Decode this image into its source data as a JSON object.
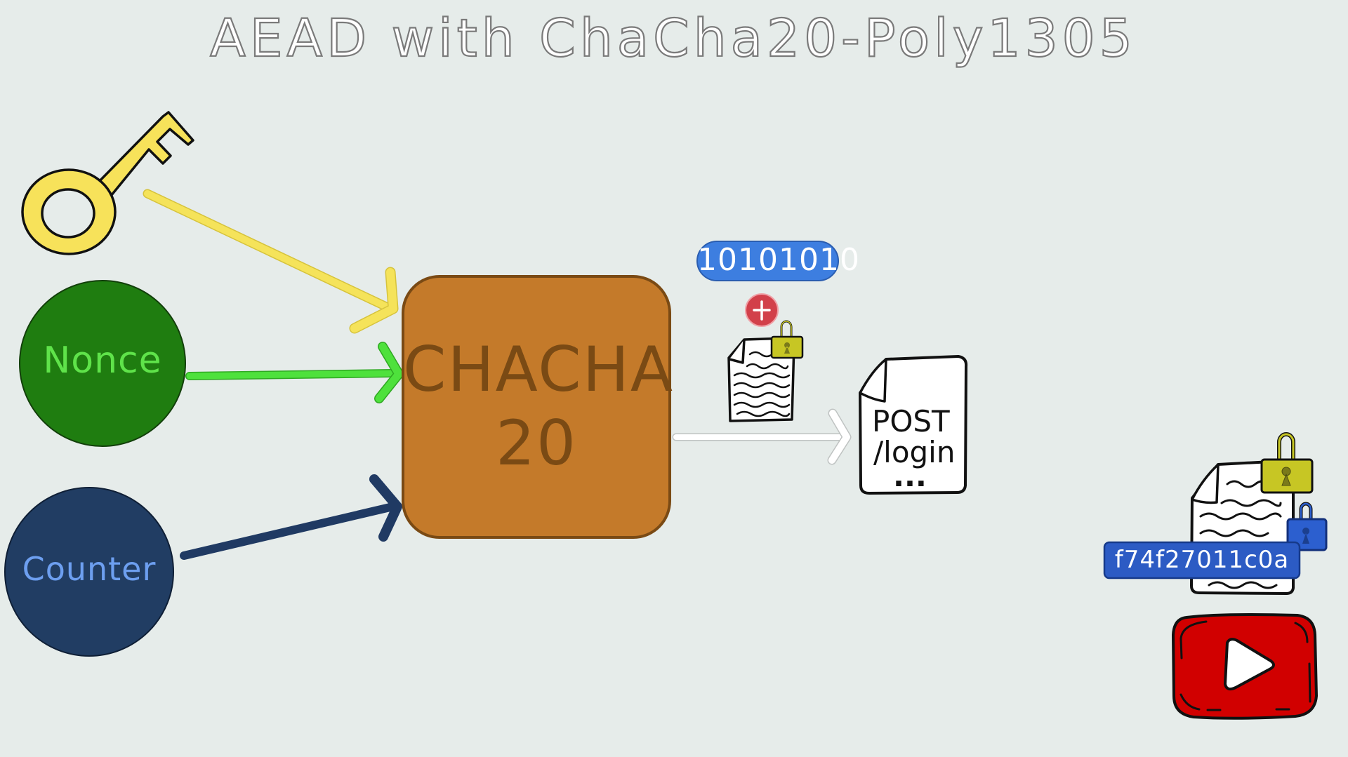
{
  "title": "AEAD with ChaCha20-Poly1305",
  "colors": {
    "background": "#e6ecea",
    "key_fill": "#f7e25a",
    "key_arrow": "#f5e35a",
    "nonce_fill": "#1f7d10",
    "nonce_text": "#5fe34a",
    "nonce_arrow": "#4ee13c",
    "counter_fill": "#213d63",
    "counter_text": "#6d9ff0",
    "counter_arrow": "#203a63",
    "chacha_fill": "#c47a2a",
    "chacha_border": "#7a4a14",
    "binary_pill": "#3d7ee0",
    "plus_circle": "#d2404a",
    "lock_yellow": "#c7c624",
    "lock_blue": "#2c5fcf",
    "tag_blue": "#2c5bc4",
    "youtube_red": "#d10000"
  },
  "inputs": {
    "key": {
      "icon": "key-icon"
    },
    "nonce": {
      "label": "Nonce"
    },
    "counter": {
      "label": "Counter"
    }
  },
  "cipher": {
    "line1": "CHACHA",
    "line2": "20"
  },
  "keystream": {
    "binary": "10101010",
    "plus_symbol": "+",
    "encrypted_doc_icon": "locked-document-icon"
  },
  "output_doc": {
    "line1": "POST",
    "line2": "/login",
    "line3": "..."
  },
  "authenticated_doc": {
    "tag": "f74f27011c0a",
    "icon": "double-locked-document-icon"
  },
  "video_button": {
    "icon": "youtube-play-icon"
  }
}
